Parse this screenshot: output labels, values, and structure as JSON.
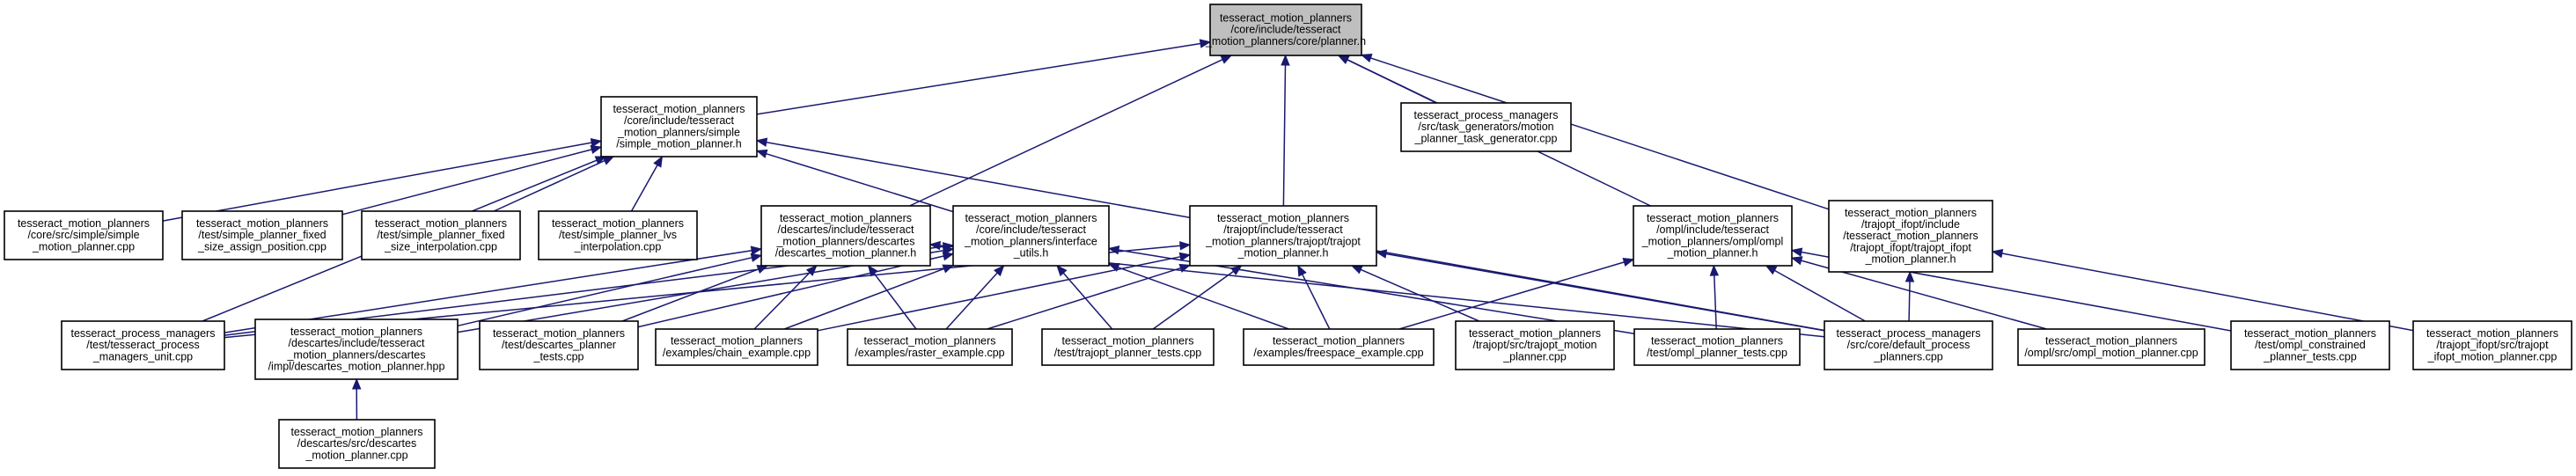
{
  "nodes": [
    {
      "id": "planner_h",
      "lines": [
        "tesseract_motion_planners",
        "/core/include/tesseract",
        "_motion_planners/core/planner.h"
      ],
      "root": true
    },
    {
      "id": "simple_h",
      "lines": [
        "tesseract_motion_planners",
        "/core/include/tesseract",
        "_motion_planners/simple",
        "/simple_motion_planner.h"
      ]
    },
    {
      "id": "task_gen",
      "lines": [
        "tesseract_process_managers",
        "/src/task_generators/motion",
        "_planner_task_generator.cpp"
      ]
    },
    {
      "id": "trajopt_ifopt_h",
      "lines": [
        "tesseract_motion_planners",
        "/trajopt_ifopt/include",
        "/tesseract_motion_planners",
        "/trajopt_ifopt/trajopt_ifopt",
        "_motion_planner.h"
      ]
    },
    {
      "id": "descartes_h",
      "lines": [
        "tesseract_motion_planners",
        "/descartes/include/tesseract",
        "_motion_planners/descartes",
        "/descartes_motion_planner.h"
      ]
    },
    {
      "id": "interface_utils_h",
      "lines": [
        "tesseract_motion_planners",
        "/core/include/tesseract",
        "_motion_planners/interface",
        "_utils.h"
      ]
    },
    {
      "id": "trajopt_h",
      "lines": [
        "tesseract_motion_planners",
        "/trajopt/include/tesseract",
        "_motion_planners/trajopt/trajopt",
        "_motion_planner.h"
      ]
    },
    {
      "id": "ompl_h",
      "lines": [
        "tesseract_motion_planners",
        "/ompl/include/tesseract",
        "_motion_planners/ompl/ompl",
        "_motion_planner.h"
      ]
    },
    {
      "id": "simple_cpp",
      "lines": [
        "tesseract_motion_planners",
        "/core/src/simple/simple",
        "_motion_planner.cpp"
      ]
    },
    {
      "id": "simple_fixed_assign",
      "lines": [
        "tesseract_motion_planners",
        "/test/simple_planner_fixed",
        "_size_assign_position.cpp"
      ]
    },
    {
      "id": "simple_fixed_interp",
      "lines": [
        "tesseract_motion_planners",
        "/test/simple_planner_fixed",
        "_size_interpolation.cpp"
      ]
    },
    {
      "id": "simple_lvs",
      "lines": [
        "tesseract_motion_planners",
        "/test/simple_planner_lvs",
        "_interpolation.cpp"
      ]
    },
    {
      "id": "pm_unit",
      "lines": [
        "tesseract_process_managers",
        "/test/tesseract_process",
        "_managers_unit.cpp"
      ]
    },
    {
      "id": "descartes_impl_hpp",
      "lines": [
        "tesseract_motion_planners",
        "/descartes/include/tesseract",
        "_motion_planners/descartes",
        "/impl/descartes_motion_planner.hpp"
      ]
    },
    {
      "id": "descartes_tests",
      "lines": [
        "tesseract_motion_planners",
        "/test/descartes_planner",
        "_tests.cpp"
      ]
    },
    {
      "id": "chain_example",
      "lines": [
        "tesseract_motion_planners",
        "/examples/chain_example.cpp"
      ]
    },
    {
      "id": "raster_example",
      "lines": [
        "tesseract_motion_planners",
        "/examples/raster_example.cpp"
      ]
    },
    {
      "id": "trajopt_tests",
      "lines": [
        "tesseract_motion_planners",
        "/test/trajopt_planner_tests.cpp"
      ]
    },
    {
      "id": "freespace_example",
      "lines": [
        "tesseract_motion_planners",
        "/examples/freespace_example.cpp"
      ]
    },
    {
      "id": "trajopt_cpp",
      "lines": [
        "tesseract_motion_planners",
        "/trajopt/src/trajopt_motion",
        "_planner.cpp"
      ]
    },
    {
      "id": "ompl_tests",
      "lines": [
        "tesseract_motion_planners",
        "/test/ompl_planner_tests.cpp"
      ]
    },
    {
      "id": "default_planners",
      "lines": [
        "tesseract_process_managers",
        "/src/core/default_process",
        "_planners.cpp"
      ]
    },
    {
      "id": "ompl_cpp",
      "lines": [
        "tesseract_motion_planners",
        "/ompl/src/ompl_motion_planner.cpp"
      ]
    },
    {
      "id": "ompl_constrained",
      "lines": [
        "tesseract_motion_planners",
        "/test/ompl_constrained",
        "_planner_tests.cpp"
      ]
    },
    {
      "id": "trajopt_ifopt_cpp",
      "lines": [
        "tesseract_motion_planners",
        "/trajopt_ifopt/src/trajopt",
        "_ifopt_motion_planner.cpp"
      ]
    },
    {
      "id": "descartes_cpp",
      "lines": [
        "tesseract_motion_planners",
        "/descartes/src/descartes",
        "_motion_planner.cpp"
      ]
    }
  ],
  "edges": [
    [
      "simple_h",
      "planner_h"
    ],
    [
      "task_gen",
      "planner_h"
    ],
    [
      "trajopt_ifopt_h",
      "planner_h"
    ],
    [
      "descartes_h",
      "planner_h"
    ],
    [
      "trajopt_h",
      "planner_h"
    ],
    [
      "ompl_h",
      "planner_h"
    ],
    [
      "simple_cpp",
      "simple_h"
    ],
    [
      "simple_fixed_assign",
      "simple_h"
    ],
    [
      "simple_fixed_interp",
      "simple_h"
    ],
    [
      "simple_lvs",
      "simple_h"
    ],
    [
      "pm_unit",
      "simple_h"
    ],
    [
      "interface_utils_h",
      "simple_h"
    ],
    [
      "default_planners",
      "simple_h"
    ],
    [
      "pm_unit",
      "descartes_h"
    ],
    [
      "descartes_impl_hpp",
      "descartes_h"
    ],
    [
      "descartes_tests",
      "descartes_h"
    ],
    [
      "chain_example",
      "descartes_h"
    ],
    [
      "raster_example",
      "descartes_h"
    ],
    [
      "default_planners",
      "descartes_h"
    ],
    [
      "pm_unit",
      "interface_utils_h"
    ],
    [
      "descartes_impl_hpp",
      "interface_utils_h"
    ],
    [
      "descartes_tests",
      "interface_utils_h"
    ],
    [
      "chain_example",
      "interface_utils_h"
    ],
    [
      "raster_example",
      "interface_utils_h"
    ],
    [
      "trajopt_tests",
      "interface_utils_h"
    ],
    [
      "freespace_example",
      "interface_utils_h"
    ],
    [
      "ompl_tests",
      "interface_utils_h"
    ],
    [
      "pm_unit",
      "trajopt_h"
    ],
    [
      "chain_example",
      "trajopt_h"
    ],
    [
      "raster_example",
      "trajopt_h"
    ],
    [
      "trajopt_tests",
      "trajopt_h"
    ],
    [
      "freespace_example",
      "trajopt_h"
    ],
    [
      "trajopt_cpp",
      "trajopt_h"
    ],
    [
      "default_planners",
      "trajopt_h"
    ],
    [
      "freespace_example",
      "ompl_h"
    ],
    [
      "ompl_tests",
      "ompl_h"
    ],
    [
      "default_planners",
      "ompl_h"
    ],
    [
      "ompl_cpp",
      "ompl_h"
    ],
    [
      "ompl_constrained",
      "ompl_h"
    ],
    [
      "default_planners",
      "trajopt_ifopt_h"
    ],
    [
      "trajopt_ifopt_cpp",
      "trajopt_ifopt_h"
    ],
    [
      "descartes_cpp",
      "descartes_impl_hpp"
    ]
  ]
}
